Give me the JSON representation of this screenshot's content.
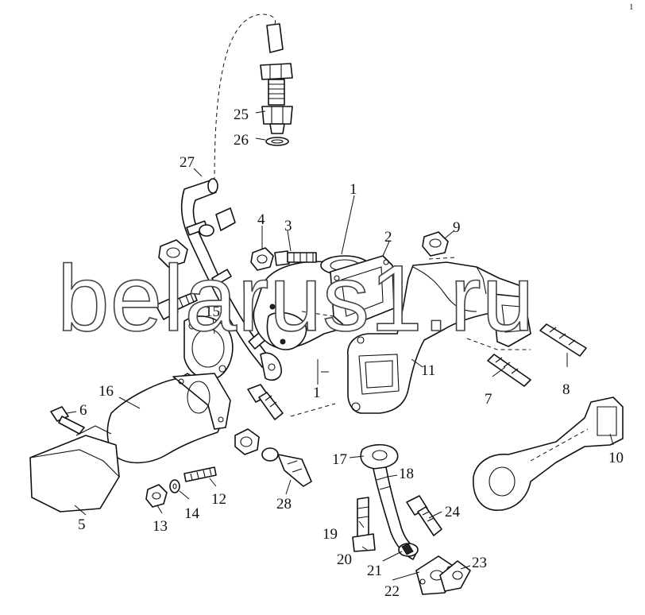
{
  "corner_mark": "1",
  "watermark": "belarus1.ru",
  "callouts": [
    {
      "id": "1a",
      "text": "1"
    },
    {
      "id": "1b",
      "text": "1"
    },
    {
      "id": "2",
      "text": "2"
    },
    {
      "id": "3",
      "text": "3"
    },
    {
      "id": "4",
      "text": "4"
    },
    {
      "id": "5",
      "text": "5"
    },
    {
      "id": "6",
      "text": "6"
    },
    {
      "id": "7",
      "text": "7"
    },
    {
      "id": "8",
      "text": "8"
    },
    {
      "id": "9",
      "text": "9"
    },
    {
      "id": "10",
      "text": "10"
    },
    {
      "id": "11",
      "text": "11"
    },
    {
      "id": "12",
      "text": "12"
    },
    {
      "id": "13",
      "text": "13"
    },
    {
      "id": "14",
      "text": "14"
    },
    {
      "id": "15",
      "text": "15"
    },
    {
      "id": "16",
      "text": "16"
    },
    {
      "id": "17",
      "text": "17"
    },
    {
      "id": "18",
      "text": "18"
    },
    {
      "id": "19",
      "text": "19"
    },
    {
      "id": "20",
      "text": "20"
    },
    {
      "id": "21",
      "text": "21"
    },
    {
      "id": "22",
      "text": "22"
    },
    {
      "id": "23",
      "text": "23"
    },
    {
      "id": "24",
      "text": "24"
    },
    {
      "id": "25",
      "text": "25"
    },
    {
      "id": "26",
      "text": "26"
    },
    {
      "id": "27",
      "text": "27"
    },
    {
      "id": "28",
      "text": "28"
    }
  ]
}
